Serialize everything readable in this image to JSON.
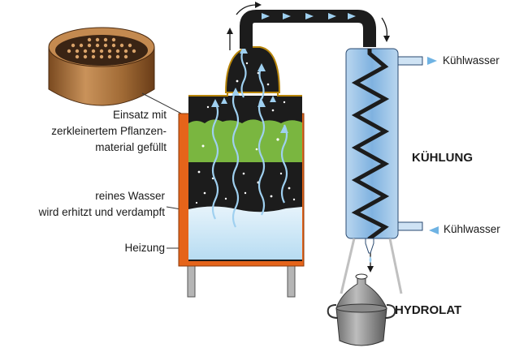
{
  "labels": {
    "insert_line1": "Einsatz mit",
    "insert_line2": "zerkleinertem Pflanzen-",
    "insert_line3": "material gefüllt",
    "water_line1": "reines Wasser",
    "water_line2": "wird erhitzt und verdampft",
    "heating": "Heizung",
    "cooling_water_in": "Kühlwasser",
    "cooling_water_out": "Kühlwasser",
    "cooling": "KÜHLUNG",
    "hydrolat": "HYDROLAT"
  },
  "colors": {
    "heater_orange": "#e5641a",
    "still_dark": "#1c1c1c",
    "plant_green": "#7ab640",
    "water_blue": "#cfe8f6",
    "condenser_blue": "#7fb2e0",
    "vapor_arrow": "#9fd0f0",
    "sieve_brown": "#a06a35"
  }
}
